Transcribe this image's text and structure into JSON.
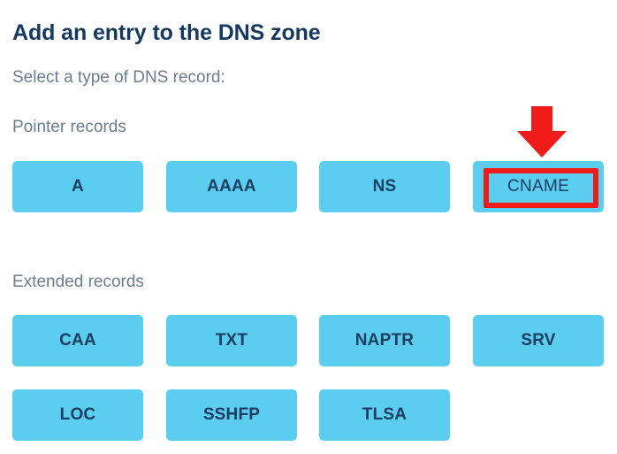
{
  "header": {
    "title": "Add an entry to the DNS zone",
    "subtitle": "Select a type of DNS record:"
  },
  "sections": [
    {
      "id": "pointer-records",
      "label": "Pointer records",
      "rows": [
        [
          "A",
          "AAAA",
          "NS",
          "CNAME"
        ]
      ]
    },
    {
      "id": "extended-records",
      "label": "Extended records",
      "rows": [
        [
          "CAA",
          "TXT",
          "NAPTR",
          "SRV"
        ],
        [
          "LOC",
          "SSHFP",
          "TLSA"
        ]
      ]
    }
  ],
  "buttons": {
    "a": "A",
    "aaaa": "AAAA",
    "ns": "NS",
    "cname": "CNAME",
    "caa": "CAA",
    "txt": "TXT",
    "naptr": "NAPTR",
    "srv": "SRV",
    "loc": "LOC",
    "sshfp": "SSHFP",
    "tlsa": "TLSA"
  },
  "annotation": {
    "target": "CNAME",
    "arrow_direction": "down",
    "color": "#f01c1c",
    "box_color": "#f01c1c"
  },
  "colors": {
    "button_bg": "#5bcdee",
    "button_text": "#1c3d63",
    "title_text": "#16395f",
    "muted_text": "#6c7b8d",
    "page_bg": "#ffffff",
    "annotation_red": "#f01c1c"
  }
}
